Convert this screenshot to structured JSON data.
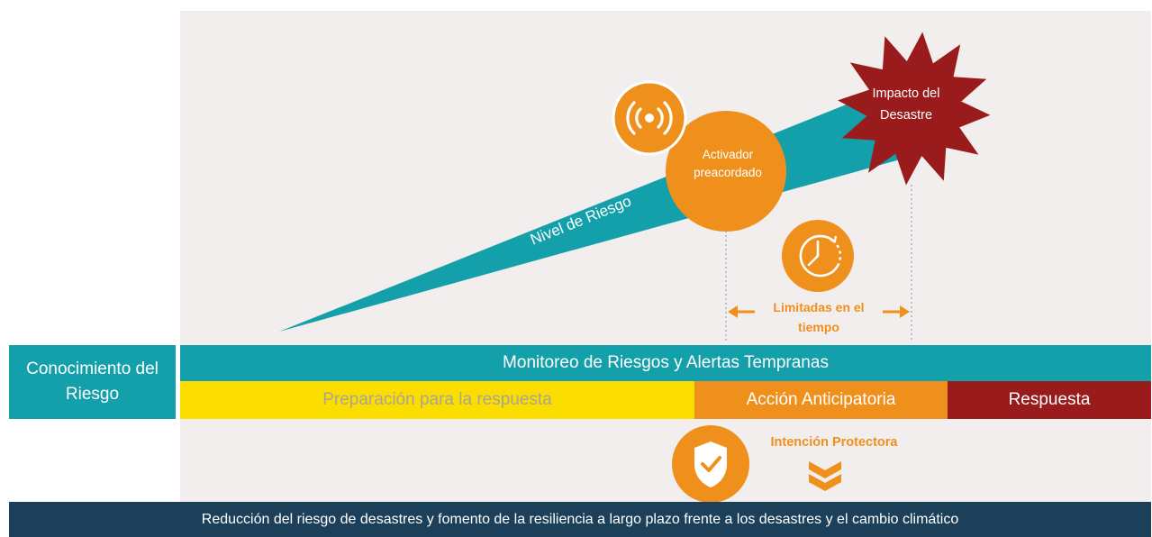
{
  "diagram": {
    "risk_band": {
      "label": "Nivel de Riesgo"
    },
    "trigger": {
      "label": "Activador preacordado",
      "icon": "broadcast-signal-icon"
    },
    "impact": {
      "label": "Impacto del Desastre"
    },
    "time_window": {
      "label": "Limitadas en el tiempo",
      "icon": "clock-icon"
    },
    "protective": {
      "label": "Intención Protectora",
      "icon": "shield-check-icon",
      "arrow_icon": "double-chevron-down-icon"
    }
  },
  "phases": {
    "knowledge": "Conocimiento del Riesgo",
    "monitoring": "Monitoreo de Riesgos y Alertas Tempranas",
    "preparation": "Preparación para la respuesta",
    "anticipatory": "Acción Anticipatoria",
    "response": "Respuesta"
  },
  "footer": {
    "text": "Reducción del riesgo de desastres y fomento de la resiliencia a largo plazo frente a los desastres y el cambio climático"
  },
  "colors": {
    "teal": "#14a0aa",
    "orange": "#f0901c",
    "yellow": "#fbdd00",
    "dark_red": "#9a1b1b",
    "navy": "#1c4059",
    "panel": "#f2eeee"
  }
}
